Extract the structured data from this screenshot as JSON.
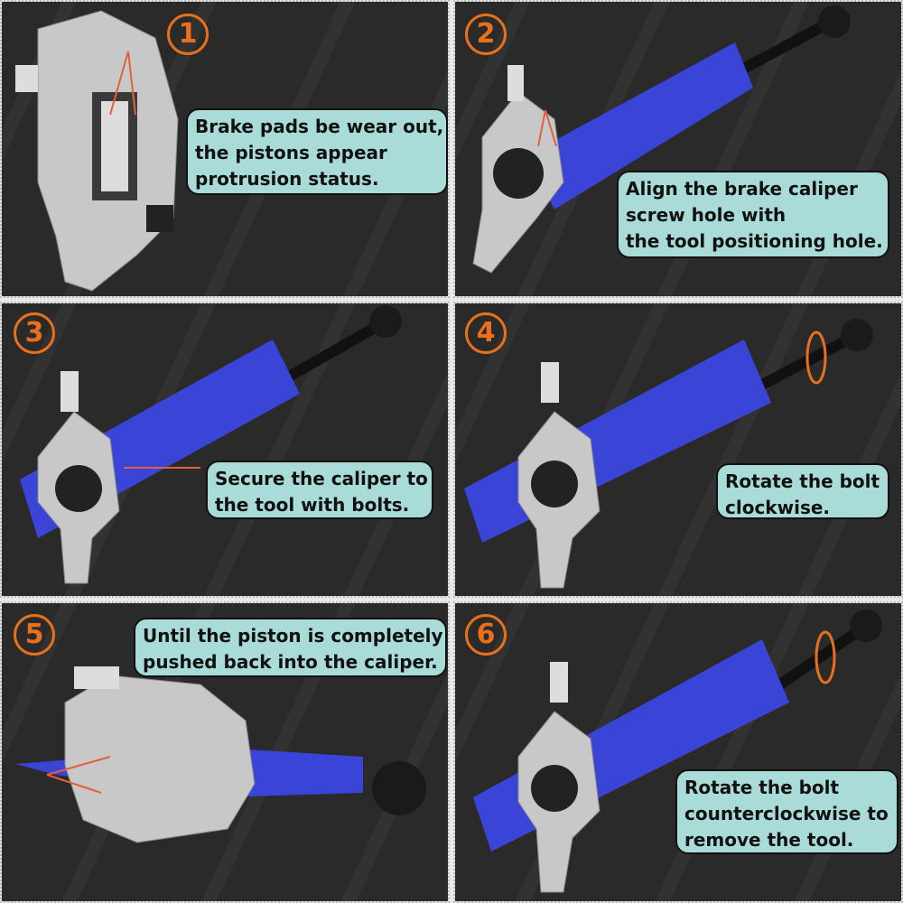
{
  "steps": [
    {
      "number": "1",
      "lines": [
        "Brake pads be wear out,",
        "the pistons appear",
        "protrusion status."
      ]
    },
    {
      "number": "2",
      "lines": [
        "Align the brake caliper",
        "screw hole with",
        "the tool positioning hole."
      ]
    },
    {
      "number": "3",
      "lines": [
        "Secure the caliper to",
        "the tool with bolts."
      ]
    },
    {
      "number": "4",
      "lines": [
        "Rotate the bolt",
        "clockwise."
      ]
    },
    {
      "number": "5",
      "lines": [
        "Until the piston is completely",
        "pushed back into the caliper."
      ]
    },
    {
      "number": "6",
      "lines": [
        "Rotate the bolt",
        "counterclockwise to",
        "remove the tool."
      ]
    }
  ],
  "colors": {
    "accent": "#e8701c",
    "callout": "#a9dcd8",
    "tool": "#3a45d8",
    "background": "#2b2a2a"
  }
}
